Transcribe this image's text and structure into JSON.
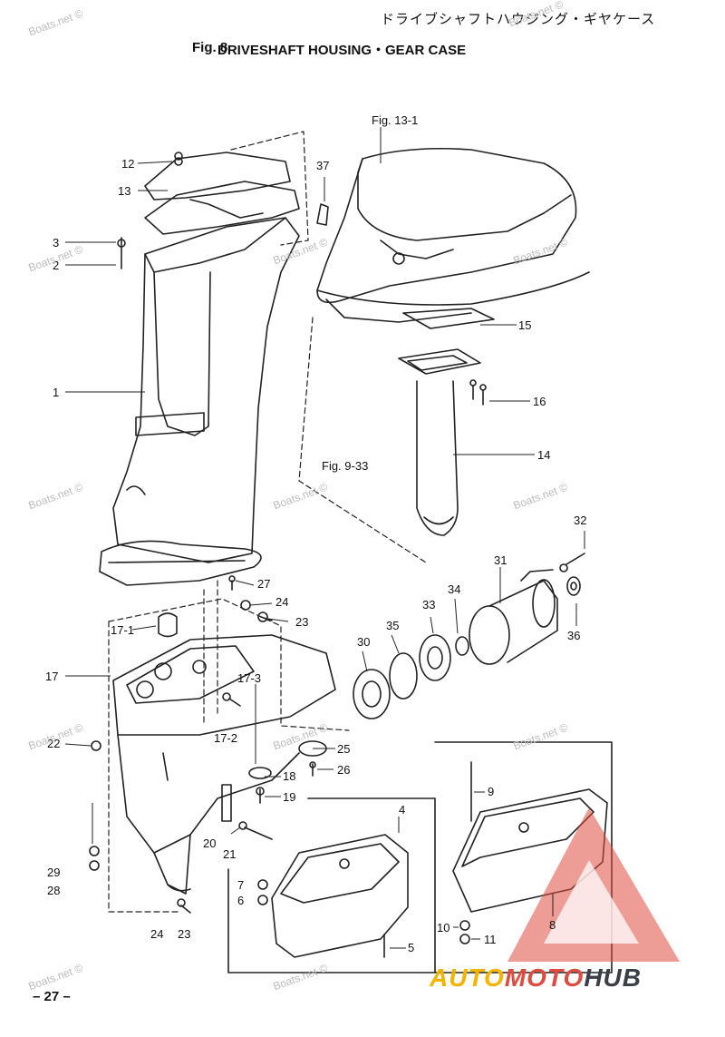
{
  "header": {
    "title_jp": "ドライブシャフトハウジング・ギヤケース",
    "fig_number": "Fig. 8",
    "title_en": "DRIVESHAFT HOUSING・GEAR CASE"
  },
  "page_number": "– 27 –",
  "watermark": "Boats.net ©",
  "brand": {
    "part1": "AUTO",
    "part2": "MOTO",
    "part3": "HUB",
    "colors": {
      "auto": "#f4b400",
      "moto": "#e04a3f",
      "hub": "#3b3f48",
      "triangle": "#e04a3f"
    }
  },
  "figure_refs": {
    "fig13": "Fig. 13-1",
    "fig9": "Fig. 9-33"
  },
  "labels": {
    "l1": "1",
    "l2": "2",
    "l3": "3",
    "l4": "4",
    "l5": "5",
    "l6": "6",
    "l7": "7",
    "l8": "8",
    "l9": "9",
    "l10": "10",
    "l11": "11",
    "l12": "12",
    "l13": "13",
    "l14": "14",
    "l15": "15",
    "l16": "16",
    "l17": "17",
    "l17_1": "17-1",
    "l17_2": "17-2",
    "l17_3": "17-3",
    "l18": "18",
    "l19": "19",
    "l20": "20",
    "l21": "21",
    "l22": "22",
    "l23a": "23",
    "l23b": "23",
    "l24a": "24",
    "l24b": "24",
    "l25": "25",
    "l26": "26",
    "l27": "27",
    "l28": "28",
    "l29": "29",
    "l30": "30",
    "l31": "31",
    "l32": "32",
    "l33": "33",
    "l34": "34",
    "l35": "35",
    "l36": "36",
    "l37": "37"
  }
}
